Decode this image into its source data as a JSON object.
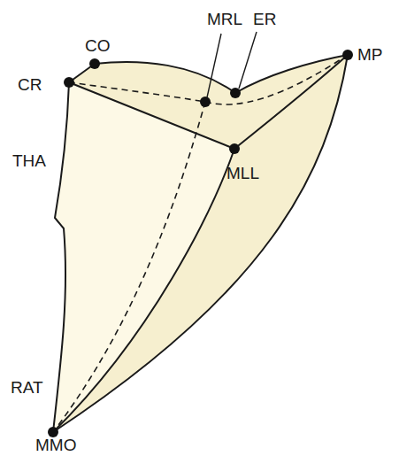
{
  "diagram": {
    "labels": [
      "CO",
      "MRL",
      "ER",
      "CR",
      "MP",
      "THA",
      "MLL",
      "RAT",
      "MMO"
    ]
  }
}
